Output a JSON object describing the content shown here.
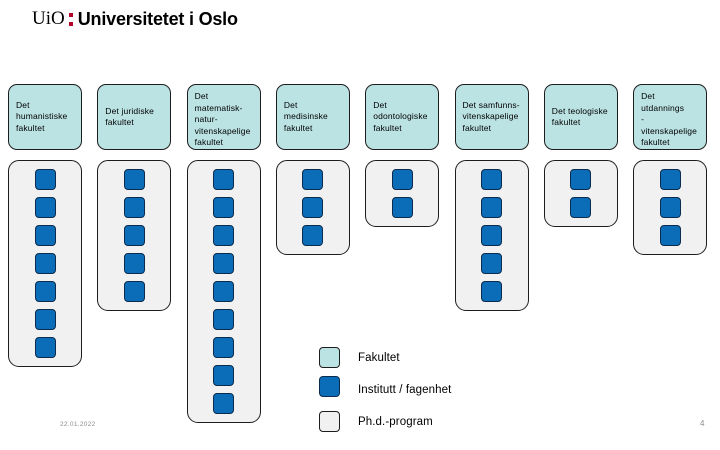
{
  "logo": {
    "abbrev": "UiO",
    "separator_icon": "red-colon-icon",
    "name": "Universitetet i Oslo",
    "accent_color": "#b3022a"
  },
  "colors": {
    "faculty_fill": "#bce3e4",
    "institute_fill": "#0b6cb8",
    "phd_fill": "#f1f1f1",
    "border": "#1d1d1d"
  },
  "chart_data": {
    "type": "diagram",
    "title": "Universitetet i Oslo organisasjonskart",
    "columns": [
      {
        "faculty": "Det humanistiske fakultet",
        "institute_count": 7
      },
      {
        "faculty": "Det juridiske fakultet",
        "institute_count": 5
      },
      {
        "faculty": "Det matematisk-natur-vitenskapelige fakultet",
        "institute_count": 9
      },
      {
        "faculty": "Det medisinske fakultet",
        "institute_count": 3
      },
      {
        "faculty": "Det odontologiske fakultet",
        "institute_count": 2
      },
      {
        "faculty": "Det samfunns-vitenskapelige fakultet",
        "institute_count": 5
      },
      {
        "faculty": "Det teologiske fakultet",
        "institute_count": 2
      },
      {
        "faculty": "Det utdannings-vitenskapelige fakultet",
        "institute_count": 3
      }
    ]
  },
  "faculties": [
    {
      "id": "hf",
      "lines": [
        "Det",
        "humanistiske",
        "fakultet"
      ],
      "institutes": 7,
      "align": "center"
    },
    {
      "id": "jus",
      "lines": [
        "Det juridiske",
        "fakultet"
      ],
      "institutes": 5,
      "align": "center"
    },
    {
      "id": "matnat",
      "lines": [
        "Det",
        "matematisk-",
        "natur-",
        "vitenskapelige",
        "fakultet"
      ],
      "institutes": 9,
      "align": "top"
    },
    {
      "id": "med",
      "lines": [
        "Det",
        "medisinske",
        "fakultet"
      ],
      "institutes": 3,
      "align": "center"
    },
    {
      "id": "od",
      "lines": [
        "Det",
        "odontologiske",
        "fakultet"
      ],
      "institutes": 2,
      "align": "center"
    },
    {
      "id": "sv",
      "lines": [
        "Det samfunns-",
        "vitenskapelige",
        "fakultet"
      ],
      "institutes": 5,
      "align": "center"
    },
    {
      "id": "tf",
      "lines": [
        "Det teologiske",
        "fakultet"
      ],
      "institutes": 2,
      "align": "center"
    },
    {
      "id": "uv",
      "lines": [
        "Det utdannings",
        "-vitenskapelige",
        "fakultet"
      ],
      "institutes": 3,
      "align": "top"
    }
  ],
  "legend": {
    "items": [
      {
        "key": "faculty",
        "label": "Fakultet"
      },
      {
        "key": "institute",
        "label": "Institutt / fagenhet"
      },
      {
        "key": "phd",
        "label": "Ph.d.-program"
      }
    ]
  },
  "footer": {
    "date": "22.01.2022",
    "page": "4"
  }
}
